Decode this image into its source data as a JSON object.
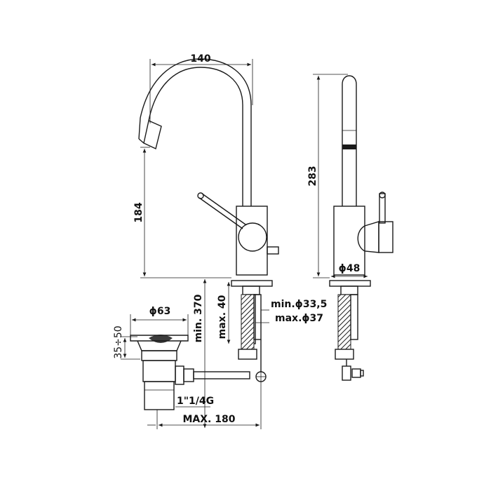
{
  "dimensions": {
    "spout_reach": "140",
    "spout_height": "184",
    "overall_height": "283",
    "body_diameter": "ϕ48",
    "waste_diameter": "ϕ63",
    "waste_range": "35÷50",
    "min_height": "min. 370",
    "max_thickness": "max. 40",
    "hole_min": "min.ϕ33,5",
    "hole_max": "max.ϕ37",
    "thread": "1\"1/4G",
    "max_length": "MAX. 180"
  },
  "colors": {
    "line": "#1a1a1a",
    "background": "#ffffff"
  }
}
